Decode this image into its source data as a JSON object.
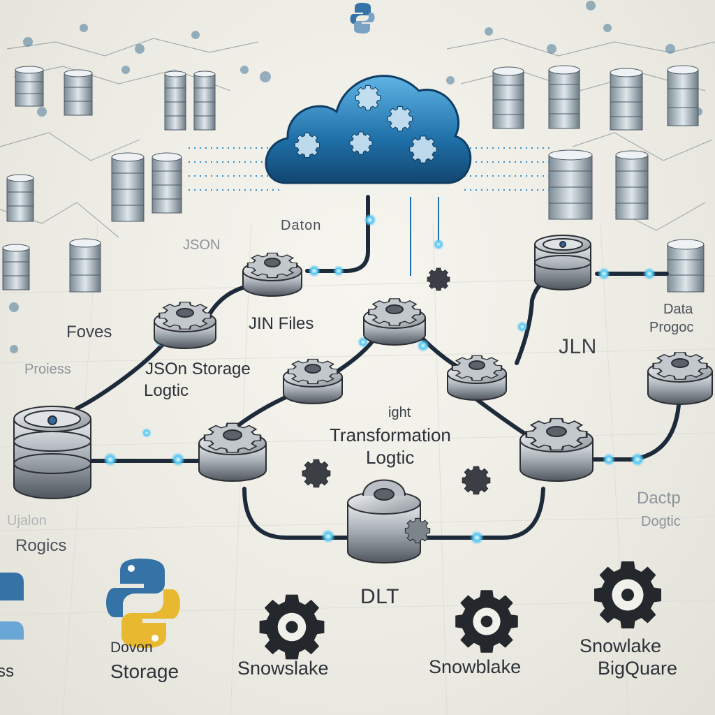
{
  "labels": {
    "daton": "Daton",
    "json": "JSON",
    "foves": "Foves",
    "proiess": "Proiess",
    "jin_files": "JIN Files",
    "json_storage_line1": "JSOn Storage",
    "json_storage_line2": "Logtic",
    "light": "ight",
    "transformation_line1": "Transformation",
    "transformation_line2": "Logtic",
    "data_prog_line1": "Data",
    "data_prog_line2": "Progoc",
    "jln": "JLN",
    "dacti_line1": "Dactp",
    "dacti_line2": "Dogtic",
    "bottom_left_faded": "Ujalon",
    "rogics": "Rogics",
    "dlt": "DLT",
    "ss": "ss",
    "python_storage_line1": "Dovon",
    "python_storage_line2": "Storage",
    "snowflake_1": "Snowslake",
    "snowflake_2": "Snowblake",
    "snowflake_bigquery_line1": "Snowlake",
    "snowflake_bigquery_line2": "BigQuare"
  },
  "colors": {
    "accent_blue": "#2f8fcf",
    "cloud_blue": "#1f6fa8",
    "pipe": "#1c2a3a",
    "node_glow": "#53c6f2",
    "python_blue": "#3572a5",
    "python_yellow": "#e8b830",
    "gear_dark": "#2b2e33",
    "metal": "#9aa1a8"
  },
  "icons": {
    "top_logo": "python-logo-icon",
    "cloud": "cloud-with-gears-icon",
    "python": "python-logo-icon",
    "gear": "gear-icon",
    "database": "database-cylinder-icon"
  }
}
